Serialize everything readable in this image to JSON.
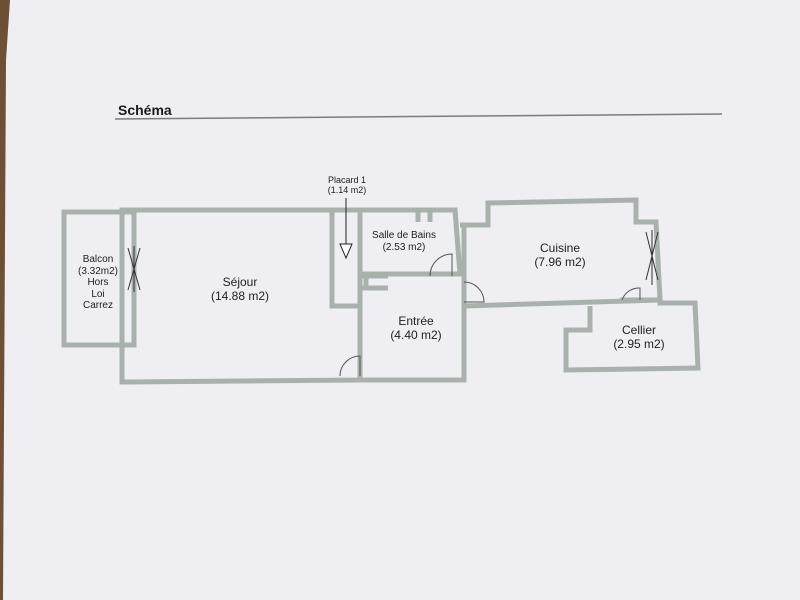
{
  "header": {
    "title": "Schéma"
  },
  "rooms": {
    "balcon": {
      "name": "Balcon",
      "area": "(3.32m2)",
      "note1": "Hors",
      "note2": "Loi",
      "note3": "Carrez"
    },
    "sejour": {
      "name": "Séjour",
      "area": "(14.88 m2)"
    },
    "placard": {
      "name": "Placard 1",
      "area": "(1.14 m2)"
    },
    "salle_de_bains": {
      "name": "Salle de Bains",
      "area": "(2.53 m2)"
    },
    "cuisine": {
      "name": "Cuisine",
      "area": "(7.96 m2)"
    },
    "entree": {
      "name": "Entrée",
      "area": "(4.40 m2)"
    },
    "cellier": {
      "name": "Cellier",
      "area": "(2.95 m2)"
    }
  },
  "colors": {
    "paper": "#f2f2f6",
    "wall": "#a9b1ad",
    "ink": "#1e1e22"
  }
}
